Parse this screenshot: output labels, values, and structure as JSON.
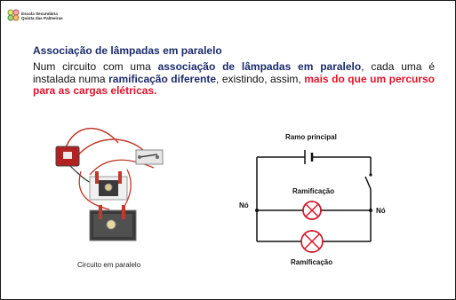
{
  "header": {
    "school_line1": "Escola Secundária",
    "school_line2": "Quinta das Palmeiras"
  },
  "title": "Associação de lâmpadas em paralelo",
  "paragraph": {
    "p1": "Num circuito com uma ",
    "p2": "associação de lâmpadas em paralelo",
    "p3": ", cada uma é instalada numa ",
    "p4": "ramificação diferente",
    "p5": ", existindo, assim, ",
    "p6": "mais do que um percurso para as cargas elétricas."
  },
  "photo": {
    "caption": "Circuito em paralelo"
  },
  "diagram": {
    "main_branch": "Ramo principal",
    "branch_upper": "Ramificação",
    "branch_lower": "Ramificação",
    "node_left": "Nó",
    "node_right": "Nó"
  },
  "colors": {
    "title_blue": "#1b2b6b",
    "emphasis_red": "#e0142b",
    "lamp_red": "#e0142b"
  }
}
